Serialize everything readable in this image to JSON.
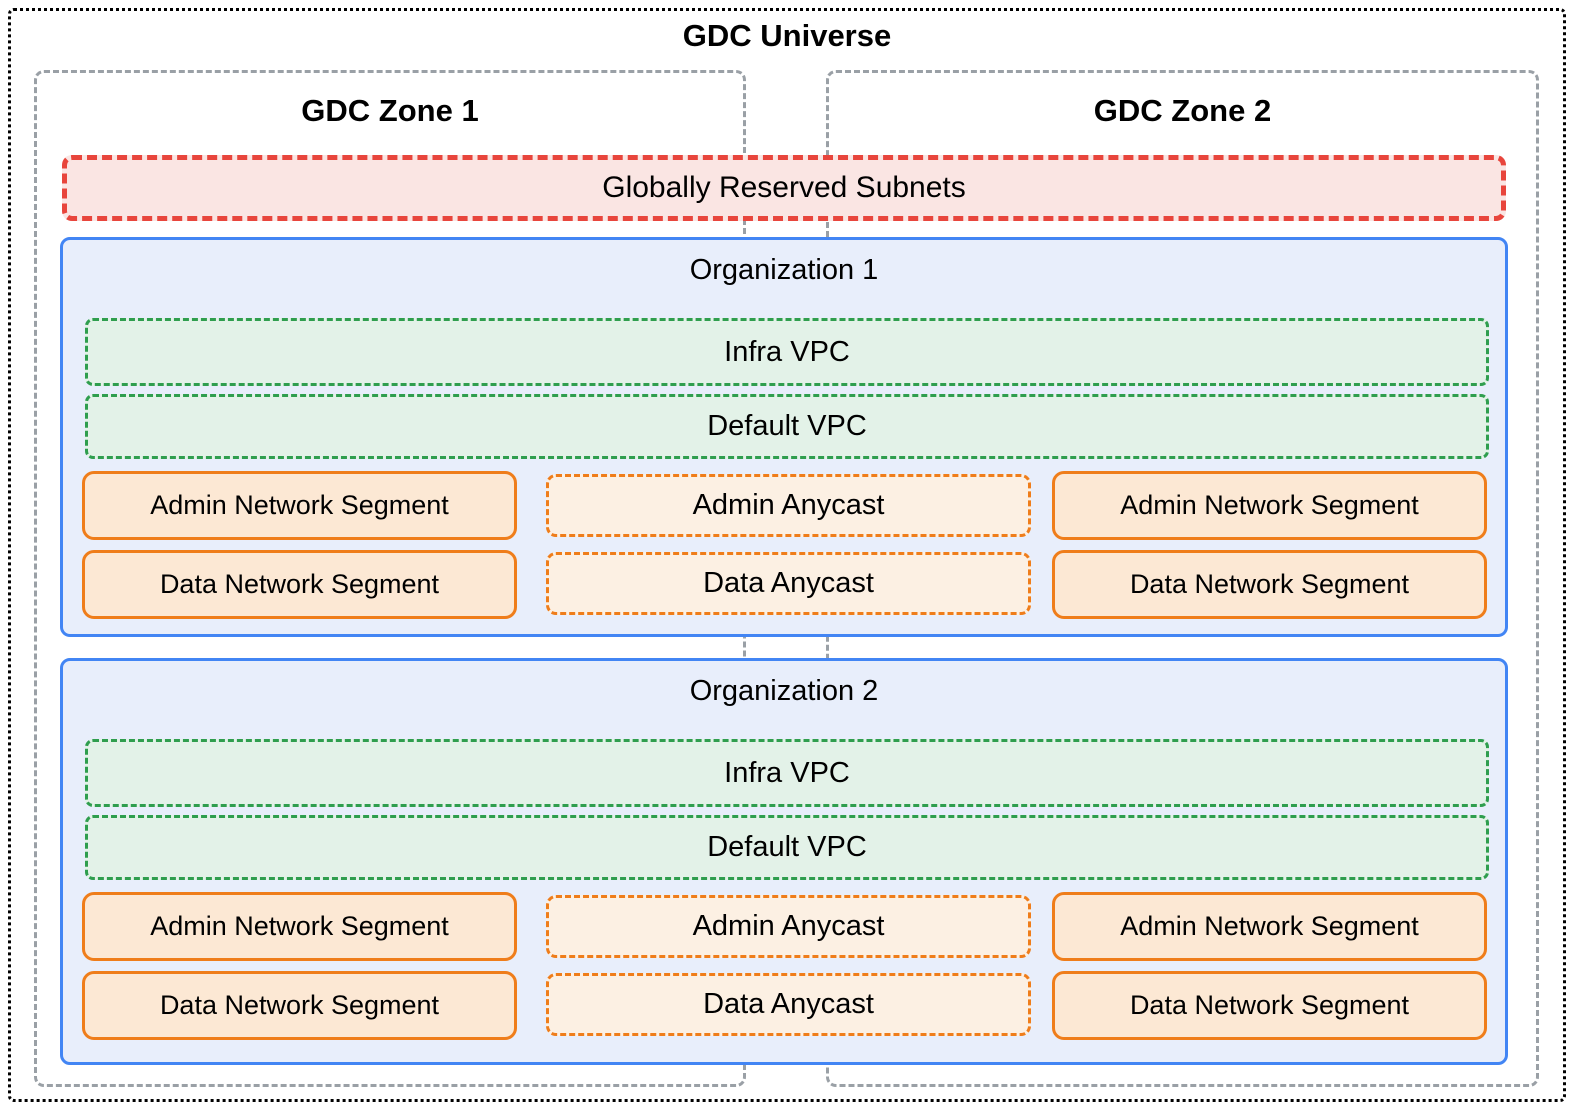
{
  "title": "GDC Universe",
  "zones": [
    {
      "label": "GDC Zone 1"
    },
    {
      "label": "GDC Zone 2"
    }
  ],
  "reserved_subnets": {
    "label": "Globally Reserved Subnets"
  },
  "organizations": [
    {
      "label": "Organization 1",
      "vpcs": [
        {
          "label": "Infra VPC"
        },
        {
          "label": "Default VPC"
        }
      ],
      "segments": {
        "admin_left": "Admin Network Segment",
        "admin_anycast": "Admin Anycast",
        "admin_right": "Admin Network Segment",
        "data_left": "Data Network Segment",
        "data_anycast": "Data Anycast",
        "data_right": "Data Network Segment"
      }
    },
    {
      "label": "Organization 2",
      "vpcs": [
        {
          "label": "Infra VPC"
        },
        {
          "label": "Default VPC"
        }
      ],
      "segments": {
        "admin_left": "Admin Network Segment",
        "admin_anycast": "Admin Anycast",
        "admin_right": "Admin Network Segment",
        "data_left": "Data Network Segment",
        "data_anycast": "Data Anycast",
        "data_right": "Data Network Segment"
      }
    }
  ],
  "colors": {
    "universe_border": "#000000",
    "zone_border": "#9aa0a6",
    "reserved_border": "#e8453c",
    "reserved_bg": "#fae5e3",
    "org_border": "#4285f4",
    "org_bg": "#e8eefb",
    "vpc_border": "#2f9e4e",
    "vpc_bg": "#e3f2e8",
    "segment_border": "#ef7d1a",
    "segment_bg": "#fce8d4",
    "anycast_bg": "#fcf0e3",
    "text": "#000000"
  }
}
